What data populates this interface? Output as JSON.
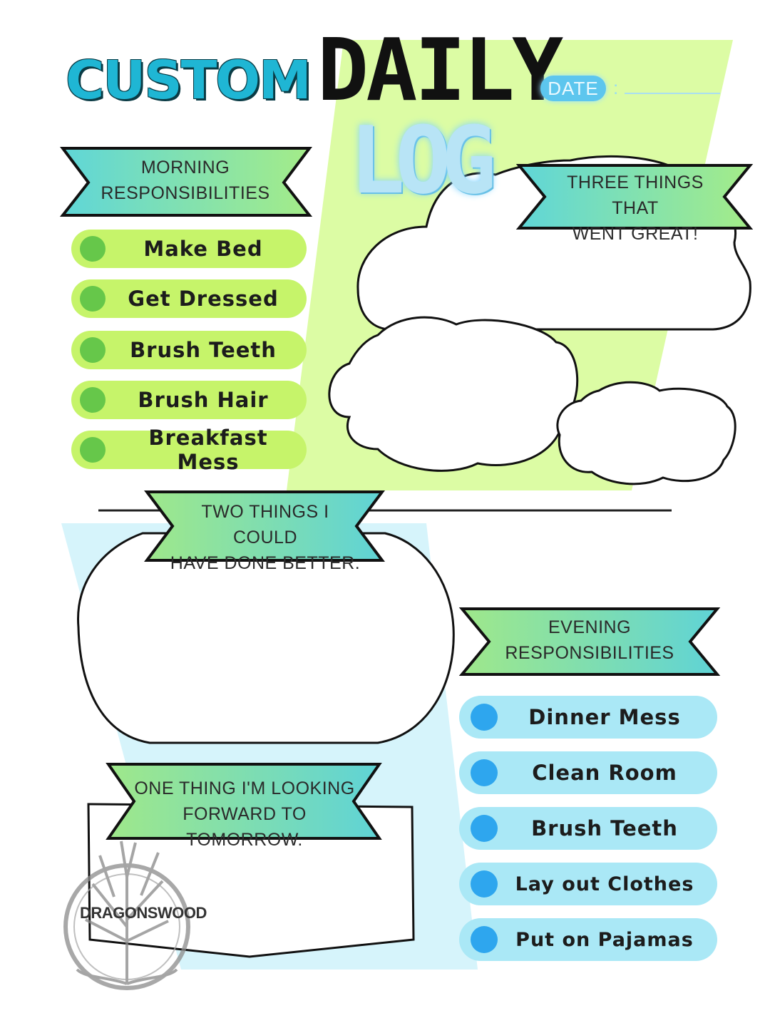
{
  "title": {
    "custom": "CUSTOM",
    "daily": "DAILY",
    "log": "LOG",
    "date_label": "DATE",
    "date_colon": ":"
  },
  "morning": {
    "heading_line1": "MORNING",
    "heading_line2": "RESPONSIBILITIES",
    "items": [
      "Make Bed",
      "Get Dressed",
      "Brush Teeth",
      "Brush Hair",
      "Breakfast Mess"
    ]
  },
  "great": {
    "heading_line1": "THREE THINGS THAT",
    "heading_line2": "WENT GREAT!"
  },
  "better": {
    "heading_line1": "TWO THINGS I COULD",
    "heading_line2": "HAVE DONE BETTER."
  },
  "forward": {
    "heading_line1": "ONE THING I'M LOOKING",
    "heading_line2": "FORWARD TO TOMORROW."
  },
  "evening": {
    "heading_line1": "EVENING",
    "heading_line2": "RESPONSIBILITIES",
    "items": [
      "Dinner Mess",
      "Clean Room",
      "Brush Teeth",
      "Lay out Clothes",
      "Put on Pajamas"
    ]
  },
  "logo": {
    "text": "DRAGONSWOOD"
  },
  "colors": {
    "green_bg": "#dcfca4",
    "blue_bg": "#d6f4fb",
    "green_pill": "#c6f46a",
    "blue_pill": "#aae8f6",
    "accent_cyan": "#1fb6d4"
  },
  "icons": {
    "tree_logo": "tree-seal-icon"
  }
}
